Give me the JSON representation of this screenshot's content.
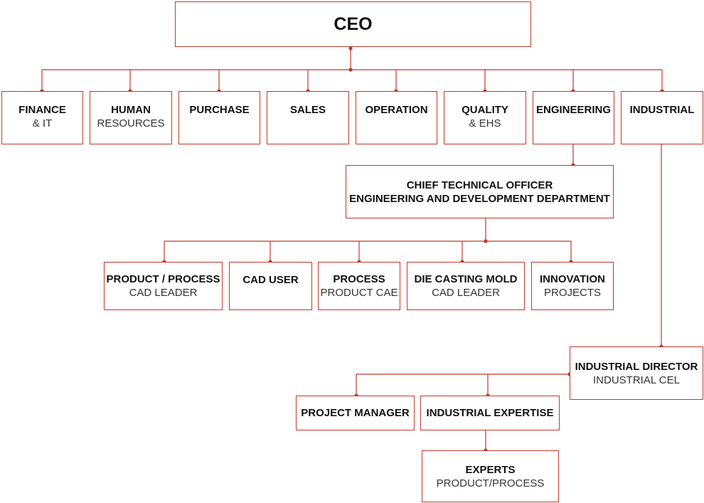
{
  "nodes": {
    "ceo": {
      "title": "CEO"
    },
    "finance": {
      "title": "FINANCE",
      "subtitle": "& IT"
    },
    "hr": {
      "title": "HUMAN",
      "subtitle": "RESOURCES"
    },
    "purchase": {
      "title": "PURCHASE"
    },
    "sales": {
      "title": "SALES"
    },
    "operation": {
      "title": "OPERATION"
    },
    "quality": {
      "title": "QUALITY",
      "subtitle": "& EHS"
    },
    "engineering": {
      "title": "ENGINEERING"
    },
    "industrial": {
      "title": "INDUSTRIAL"
    },
    "cto": {
      "title": "CHIEF TECHNICAL OFFICER",
      "subtitle": "ENGINEERING AND DEVELOPMENT DEPARTMENT"
    },
    "product_process_cad": {
      "title": "PRODUCT / PROCESS",
      "subtitle": "CAD LEADER"
    },
    "cad_user": {
      "title": "CAD USER"
    },
    "process_cae": {
      "title": "PROCESS",
      "subtitle": "PRODUCT CAE"
    },
    "die_casting": {
      "title": "DIE CASTING MOLD",
      "subtitle": "CAD LEADER"
    },
    "innovation": {
      "title": "INNOVATION",
      "subtitle": "PROJECTS"
    },
    "industrial_director": {
      "title": "INDUSTRIAL DIRECTOR",
      "subtitle": "INDUSTRIAL CEL"
    },
    "project_manager": {
      "title": "PROJECT MANAGER"
    },
    "industrial_expertise": {
      "title": "INDUSTRIAL EXPERTISE"
    },
    "experts": {
      "title": "EXPERTS",
      "subtitle": "PRODUCT/PROCESS"
    }
  },
  "colors": {
    "accent": "#c0392b"
  }
}
